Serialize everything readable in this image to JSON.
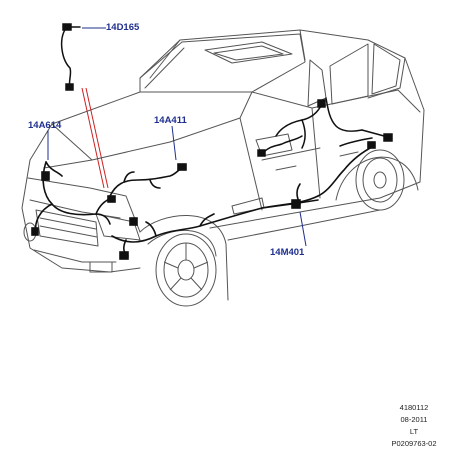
{
  "callouts": {
    "top": "14D165",
    "front": "14A614",
    "hood": "14A411",
    "side": "14M401"
  },
  "footer": {
    "code": "4180112",
    "date": "08-2011",
    "region": "LT",
    "ref": "P0209763-02"
  },
  "colors": {
    "callout": "#1f2f8f",
    "harness": "#111111",
    "outline": "#555555",
    "leader": "#cc2222"
  }
}
